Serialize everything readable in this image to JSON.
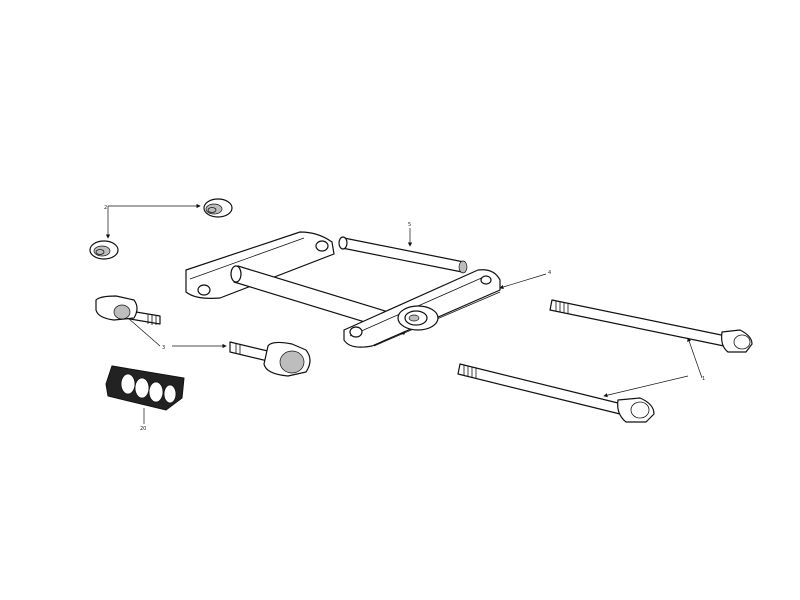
{
  "callouts": {
    "bushing_pair": "2",
    "pin": "5",
    "frame": "4",
    "bolts": "1",
    "small_part": "3",
    "block": "20"
  },
  "colors": {
    "line": "#111111",
    "shade": "#bdbdbd",
    "background": "#ffffff"
  }
}
